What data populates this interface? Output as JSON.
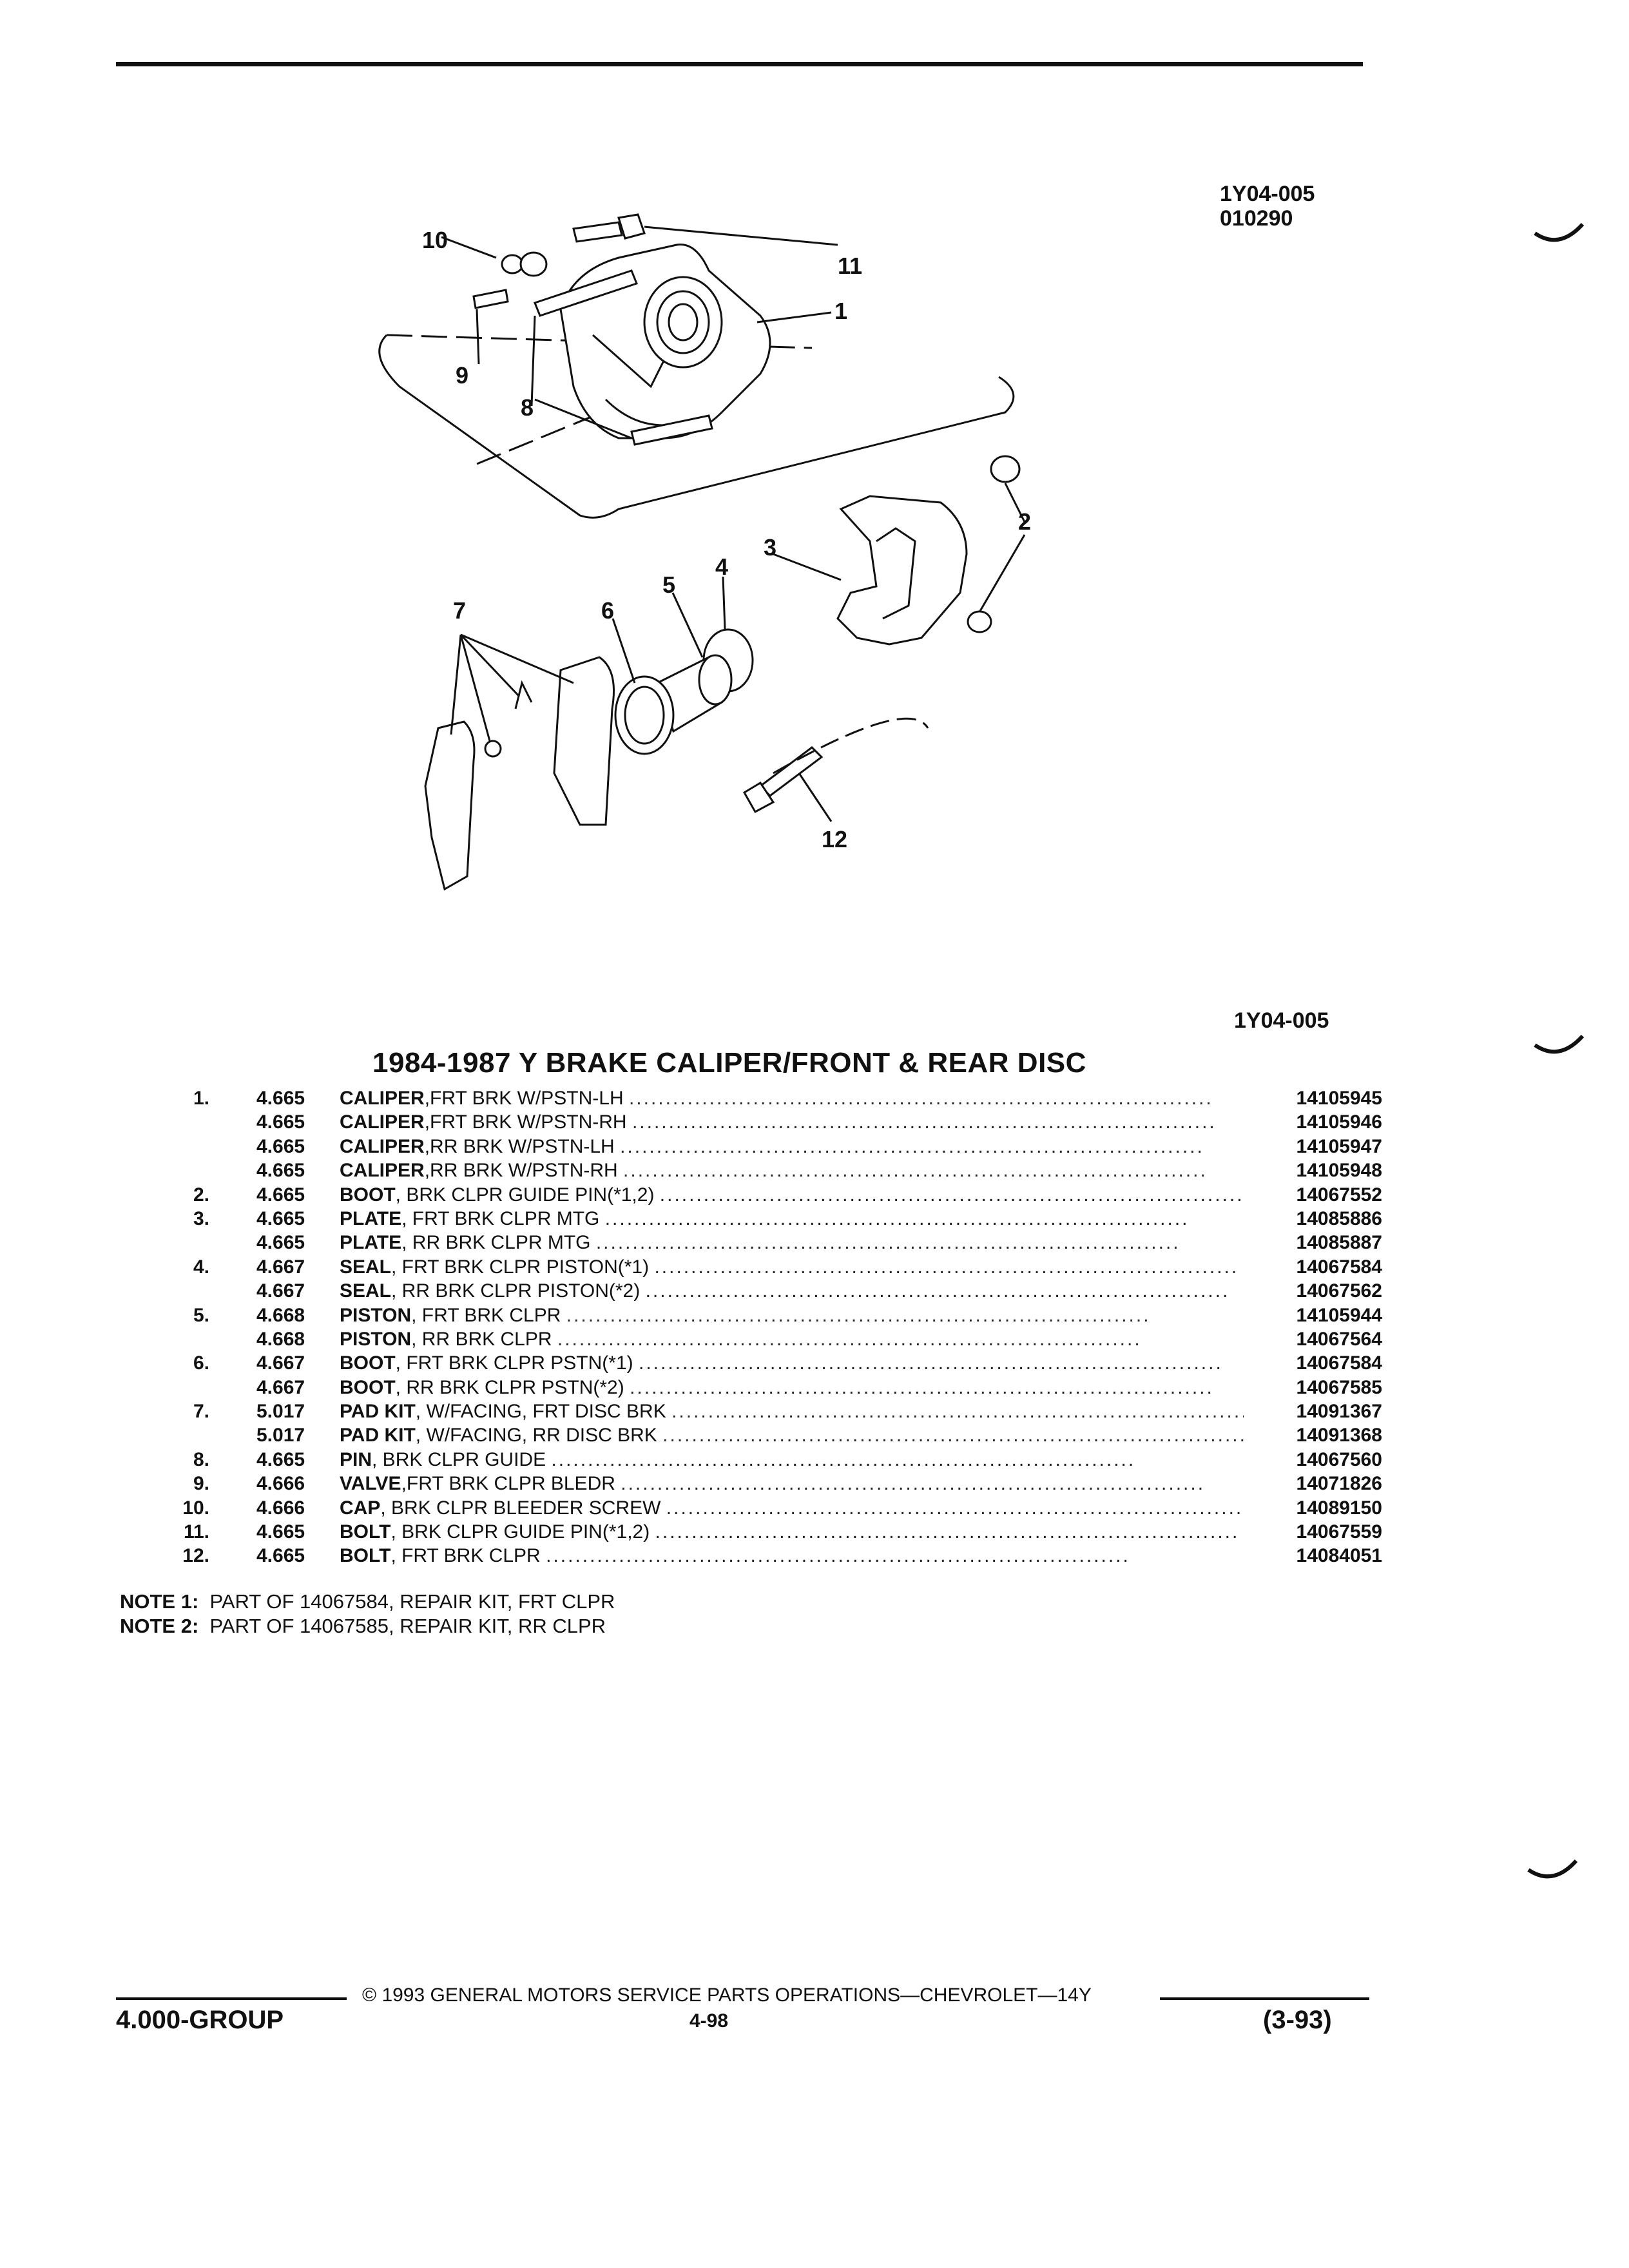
{
  "header": {
    "illustration_code": "1Y04-005",
    "illustration_date": "010290"
  },
  "diagram": {
    "callouts": [
      "1",
      "2",
      "3",
      "4",
      "5",
      "6",
      "7",
      "8",
      "9",
      "10",
      "11",
      "12"
    ],
    "caption": "1Y04-005"
  },
  "title": "1984-1987 Y BRAKE CALIPER/FRONT & REAR DISC",
  "parts": [
    {
      "num": "1.",
      "group": "4.665",
      "name": "CALIPER",
      "desc": ",FRT BRK W/PSTN-LH",
      "pn": "14105945"
    },
    {
      "num": "",
      "group": "4.665",
      "name": "CALIPER",
      "desc": ",FRT BRK W/PSTN-RH",
      "pn": "14105946"
    },
    {
      "num": "",
      "group": "4.665",
      "name": "CALIPER",
      "desc": ",RR BRK W/PSTN-LH",
      "pn": "14105947"
    },
    {
      "num": "",
      "group": "4.665",
      "name": "CALIPER",
      "desc": ",RR BRK W/PSTN-RH",
      "pn": "14105948"
    },
    {
      "num": "2.",
      "group": "4.665",
      "name": "BOOT",
      "desc": ", BRK CLPR GUIDE PIN(*1,2)",
      "pn": "14067552"
    },
    {
      "num": "3.",
      "group": "4.665",
      "name": "PLATE",
      "desc": ", FRT BRK CLPR MTG",
      "pn": "14085886"
    },
    {
      "num": "",
      "group": "4.665",
      "name": "PLATE",
      "desc": ", RR BRK CLPR MTG",
      "pn": "14085887"
    },
    {
      "num": "4.",
      "group": "4.667",
      "name": "SEAL",
      "desc": ", FRT BRK CLPR PISTON(*1)",
      "pn": "14067584"
    },
    {
      "num": "",
      "group": "4.667",
      "name": "SEAL",
      "desc": ", RR BRK CLPR PISTON(*2)",
      "pn": "14067562"
    },
    {
      "num": "5.",
      "group": "4.668",
      "name": "PISTON",
      "desc": ", FRT BRK CLPR",
      "pn": "14105944"
    },
    {
      "num": "",
      "group": "4.668",
      "name": "PISTON",
      "desc": ", RR BRK CLPR",
      "pn": "14067564"
    },
    {
      "num": "6.",
      "group": "4.667",
      "name": "BOOT",
      "desc": ", FRT BRK CLPR PSTN(*1)",
      "pn": "14067584"
    },
    {
      "num": "",
      "group": "4.667",
      "name": "BOOT",
      "desc": ", RR BRK CLPR PSTN(*2)",
      "pn": "14067585"
    },
    {
      "num": "7.",
      "group": "5.017",
      "name": "PAD KIT",
      "desc": ", W/FACING, FRT DISC BRK",
      "pn": "14091367"
    },
    {
      "num": "",
      "group": "5.017",
      "name": "PAD KIT",
      "desc": ", W/FACING, RR DISC BRK",
      "pn": "14091368"
    },
    {
      "num": "8.",
      "group": "4.665",
      "name": "PIN",
      "desc": ", BRK CLPR GUIDE",
      "pn": "14067560"
    },
    {
      "num": "9.",
      "group": "4.666",
      "name": "VALVE",
      "desc": ",FRT BRK CLPR BLEDR",
      "pn": "14071826"
    },
    {
      "num": "10.",
      "group": "4.666",
      "name": "CAP",
      "desc": ", BRK CLPR BLEEDER SCREW",
      "pn": "14089150"
    },
    {
      "num": "11.",
      "group": "4.665",
      "name": "BOLT",
      "desc": ", BRK CLPR GUIDE PIN(*1,2)",
      "pn": "14067559"
    },
    {
      "num": "12.",
      "group": "4.665",
      "name": "BOLT",
      "desc": ", FRT BRK CLPR",
      "pn": "14084051"
    }
  ],
  "notes": [
    {
      "label": "NOTE 1:",
      "text": "PART OF 14067584, REPAIR KIT, FRT CLPR"
    },
    {
      "label": "NOTE 2:",
      "text": "PART OF 14067585, REPAIR KIT, RR CLPR"
    }
  ],
  "footer": {
    "copyright": "© 1993 GENERAL MOTORS SERVICE PARTS OPERATIONS—CHEVROLET—14Y",
    "group": "4.000-GROUP",
    "page": "4-98",
    "date": "(3-93)"
  }
}
